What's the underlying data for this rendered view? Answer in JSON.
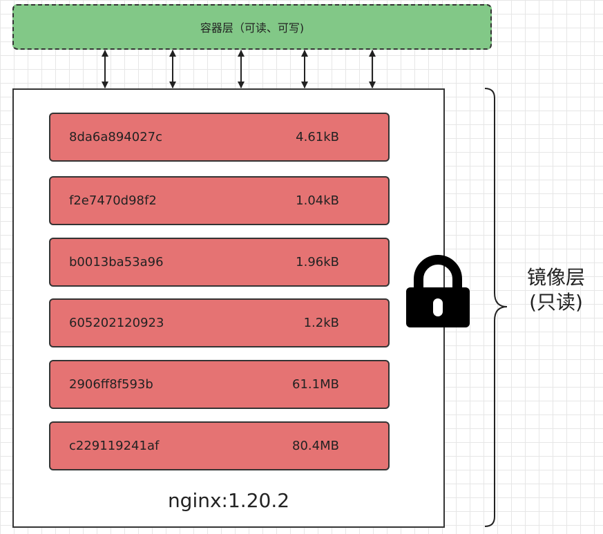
{
  "container_layer": {
    "label": "容器层（可读、可写)"
  },
  "image": {
    "name": "nginx:1.20.2",
    "layers": [
      {
        "id": "8da6a894027c",
        "size": "4.61kB"
      },
      {
        "id": "f2e7470d98f2",
        "size": "1.04kB"
      },
      {
        "id": "b0013ba53a96",
        "size": "1.96kB"
      },
      {
        "id": "605202120923",
        "size": "1.2kB"
      },
      {
        "id": "2906ff8f593b",
        "size": "61.1MB"
      },
      {
        "id": "c229119241af",
        "size": "80.4MB"
      }
    ]
  },
  "side_label": {
    "line1": "镜像层",
    "line2": "(只读)"
  },
  "icons": {
    "lock": "lock-icon"
  }
}
